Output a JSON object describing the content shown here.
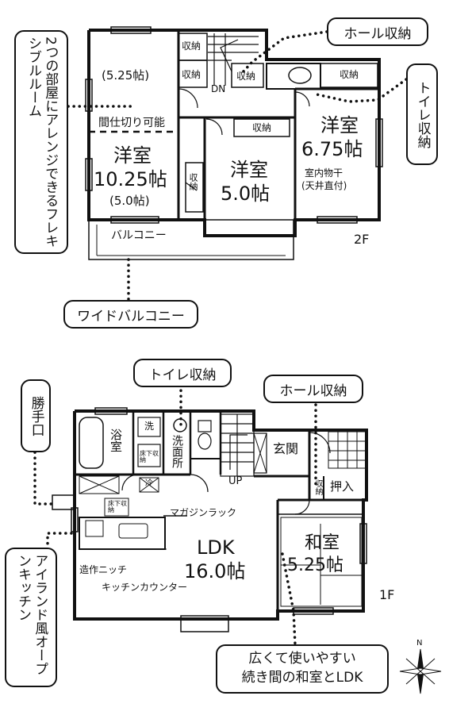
{
  "floor2": {
    "floor_label": "2F",
    "room_west": {
      "name": "洋室",
      "size": "10.25帖",
      "sub": "(5.0帖)"
    },
    "room_west_upper": "(5.25帖)",
    "partition_note": "間仕切り可能",
    "room_center": {
      "name": "洋室",
      "size": "5.0帖"
    },
    "room_east": {
      "name": "洋室",
      "size": "6.75帖"
    },
    "indoor_drying": [
      "室内物干",
      "(天井直付)"
    ],
    "storage": "収納",
    "dn": "DN",
    "balcony": "バルコニー"
  },
  "floor1": {
    "floor_label": "1F",
    "ldk": {
      "name": "LDK",
      "size": "16.0帖"
    },
    "washitsu": {
      "name": "和室",
      "size": "5.25帖"
    },
    "bath": "浴室",
    "washroom": "洗面所",
    "wash": "洗",
    "fridge": "冷",
    "entrance": "玄関",
    "closet": "押入",
    "storage": "収納",
    "underfloor": "床下収納",
    "up": "UP",
    "magazine_rack": "マガジンラック",
    "niche": "造作ニッチ",
    "kitchen_counter": "キッチンカウンター"
  },
  "callouts": {
    "hall_storage_2f": "ホール収納",
    "toilet_storage_2f": "トイレ収納",
    "flexible_room": "2つの部屋にアレンジできるフレキシブルルーム",
    "wide_balcony": "ワイドバルコニー",
    "toilet_storage_1f": "トイレ収納",
    "hall_storage_1f": "ホール収納",
    "back_door": "勝手口",
    "island_kitchen": "アイランド風オープンキッチン",
    "washitsu_ldk": [
      "広くて使いやすい",
      "続き間の和室とLDK"
    ]
  },
  "compass": {
    "north": "N"
  }
}
